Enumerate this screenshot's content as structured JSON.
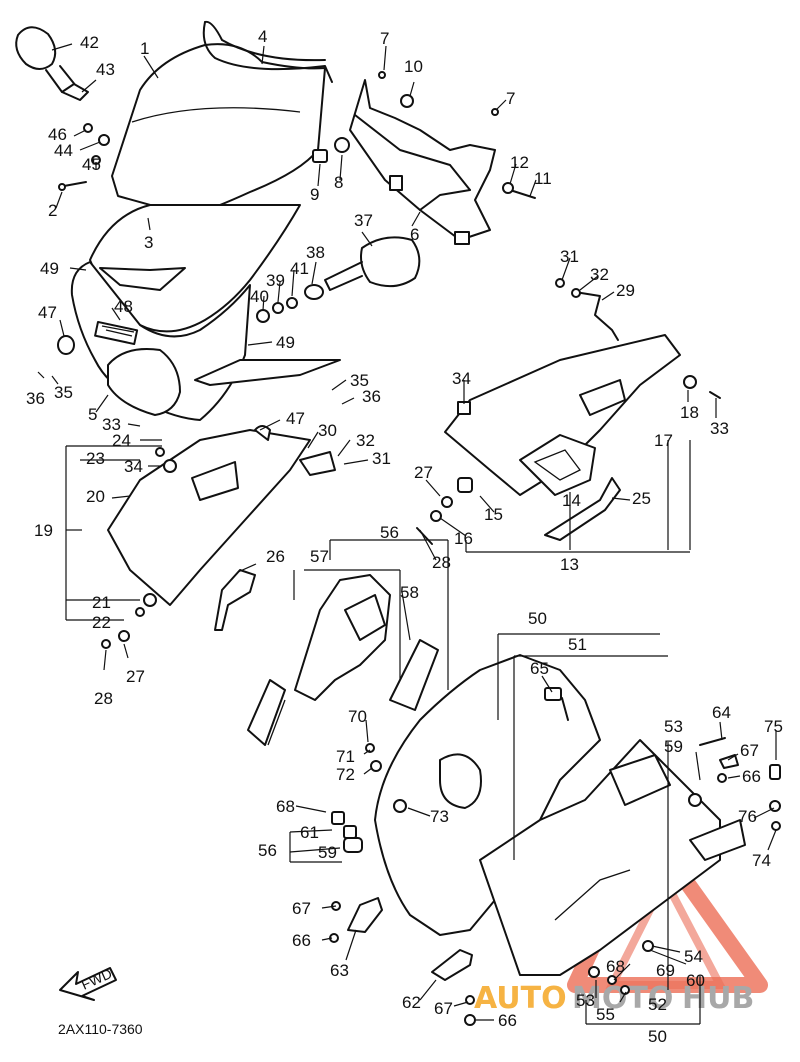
{
  "diagram": {
    "drawing_code": "2AX110-7360",
    "fwd_label": "FWD",
    "watermark": {
      "part1": "AUTO",
      "part2": "MOTO",
      "part3": "HUB",
      "color_accent": "#e8553a",
      "color_gold": "#f5a623",
      "color_grey": "#9a9a9a"
    },
    "callouts": [
      {
        "id": "c42",
        "text": "42"
      },
      {
        "id": "c43",
        "text": "43"
      },
      {
        "id": "c1",
        "text": "1"
      },
      {
        "id": "c4",
        "text": "4"
      },
      {
        "id": "c7a",
        "text": "7"
      },
      {
        "id": "c10",
        "text": "10"
      },
      {
        "id": "c7b",
        "text": "7"
      },
      {
        "id": "c46",
        "text": "46"
      },
      {
        "id": "c44",
        "text": "44"
      },
      {
        "id": "c45",
        "text": "45"
      },
      {
        "id": "c12",
        "text": "12"
      },
      {
        "id": "c11",
        "text": "11"
      },
      {
        "id": "c9",
        "text": "9"
      },
      {
        "id": "c8",
        "text": "8"
      },
      {
        "id": "c2",
        "text": "2"
      },
      {
        "id": "c3",
        "text": "3"
      },
      {
        "id": "c6",
        "text": "6"
      },
      {
        "id": "c37",
        "text": "37"
      },
      {
        "id": "c38",
        "text": "38"
      },
      {
        "id": "c49a",
        "text": "49"
      },
      {
        "id": "c41",
        "text": "41"
      },
      {
        "id": "c39",
        "text": "39"
      },
      {
        "id": "c40",
        "text": "40"
      },
      {
        "id": "c31a",
        "text": "31"
      },
      {
        "id": "c32a",
        "text": "32"
      },
      {
        "id": "c29",
        "text": "29"
      },
      {
        "id": "c48",
        "text": "48"
      },
      {
        "id": "c47a",
        "text": "47"
      },
      {
        "id": "c49b",
        "text": "49"
      },
      {
        "id": "c36a",
        "text": "36"
      },
      {
        "id": "c35a",
        "text": "35"
      },
      {
        "id": "c35b",
        "text": "35"
      },
      {
        "id": "c36b",
        "text": "36"
      },
      {
        "id": "c34a",
        "text": "34"
      },
      {
        "id": "c18",
        "text": "18"
      },
      {
        "id": "c33a",
        "text": "33"
      },
      {
        "id": "c5",
        "text": "5"
      },
      {
        "id": "c33b",
        "text": "33"
      },
      {
        "id": "c47b",
        "text": "47"
      },
      {
        "id": "c24",
        "text": "24"
      },
      {
        "id": "c30",
        "text": "30"
      },
      {
        "id": "c32b",
        "text": "32"
      },
      {
        "id": "c23",
        "text": "23"
      },
      {
        "id": "c31b",
        "text": "31"
      },
      {
        "id": "c34b",
        "text": "34"
      },
      {
        "id": "c17",
        "text": "17"
      },
      {
        "id": "c27a",
        "text": "27"
      },
      {
        "id": "c20",
        "text": "20"
      },
      {
        "id": "c25",
        "text": "25"
      },
      {
        "id": "c14",
        "text": "14"
      },
      {
        "id": "c15",
        "text": "15"
      },
      {
        "id": "c19",
        "text": "19"
      },
      {
        "id": "c16",
        "text": "16"
      },
      {
        "id": "c56a",
        "text": "56"
      },
      {
        "id": "c28a",
        "text": "28"
      },
      {
        "id": "c13",
        "text": "13"
      },
      {
        "id": "c26",
        "text": "26"
      },
      {
        "id": "c57",
        "text": "57"
      },
      {
        "id": "c58",
        "text": "58"
      },
      {
        "id": "c21",
        "text": "21"
      },
      {
        "id": "c22",
        "text": "22"
      },
      {
        "id": "c50a",
        "text": "50"
      },
      {
        "id": "c51",
        "text": "51"
      },
      {
        "id": "c27b",
        "text": "27"
      },
      {
        "id": "c65",
        "text": "65"
      },
      {
        "id": "c28b",
        "text": "28"
      },
      {
        "id": "c70",
        "text": "70"
      },
      {
        "id": "c53a",
        "text": "53"
      },
      {
        "id": "c64",
        "text": "64"
      },
      {
        "id": "c75",
        "text": "75"
      },
      {
        "id": "c59a",
        "text": "59"
      },
      {
        "id": "c67a",
        "text": "67"
      },
      {
        "id": "c71",
        "text": "71"
      },
      {
        "id": "c72",
        "text": "72"
      },
      {
        "id": "c66a",
        "text": "66"
      },
      {
        "id": "c68a",
        "text": "68"
      },
      {
        "id": "c73",
        "text": "73"
      },
      {
        "id": "c76",
        "text": "76"
      },
      {
        "id": "c61",
        "text": "61"
      },
      {
        "id": "c56b",
        "text": "56"
      },
      {
        "id": "c59b",
        "text": "59"
      },
      {
        "id": "c74",
        "text": "74"
      },
      {
        "id": "c67b",
        "text": "67"
      },
      {
        "id": "c66b",
        "text": "66"
      },
      {
        "id": "c54",
        "text": "54"
      },
      {
        "id": "c63",
        "text": "63"
      },
      {
        "id": "c69",
        "text": "69"
      },
      {
        "id": "c68b",
        "text": "68"
      },
      {
        "id": "c60",
        "text": "60"
      },
      {
        "id": "c53b",
        "text": "53"
      },
      {
        "id": "c52",
        "text": "52"
      },
      {
        "id": "c62",
        "text": "62"
      },
      {
        "id": "c67c",
        "text": "67"
      },
      {
        "id": "c55",
        "text": "55"
      },
      {
        "id": "c66c",
        "text": "66"
      },
      {
        "id": "c50b",
        "text": "50"
      }
    ]
  }
}
